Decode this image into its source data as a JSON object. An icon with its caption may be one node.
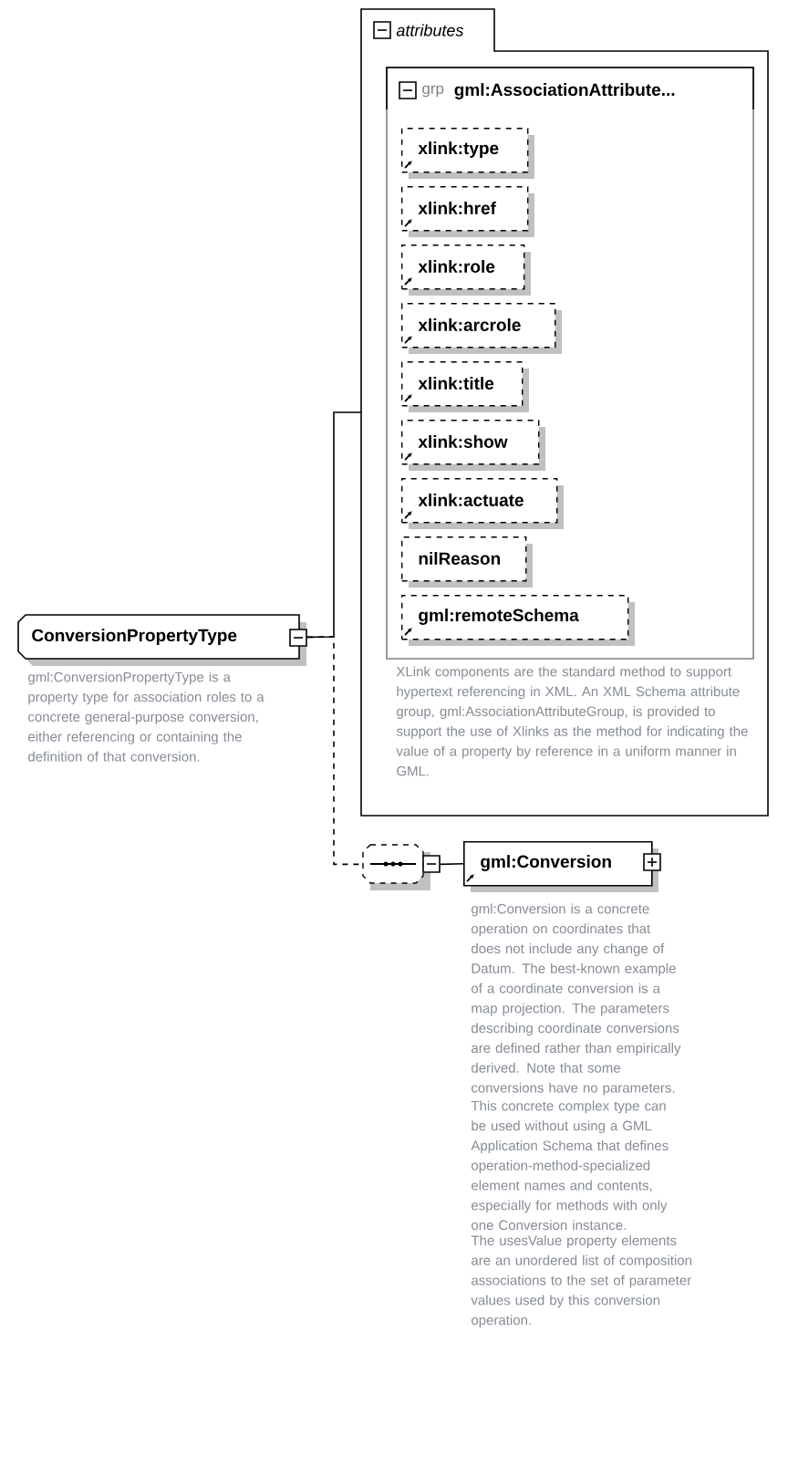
{
  "diagram": {
    "nodes": [
      {
        "text": [
          "ConversionPropertyType"
        ],
        "beside": [
          "gml:ConversionPropertyType is a property type for association roles to a concrete general-purpose conversion, either referencing or containing the definition of that conversion."
        ]
      },
      {
        "text": [
          "attributes"
        ]
      },
      {
        "text": [
          "grp",
          "gml:AssociationAttribute..."
        ],
        "in": 1,
        "beside": [
          "XLink components are the standard method to support hypertext referencing in XML. An XML Schema attribute group, gml:AssociationAttributeGroup, is provided to support the use of Xlinks as the method for indicating the value of a property by reference in a uniform manner in GML."
        ]
      },
      {
        "text": [
          "xlink:type"
        ],
        "in": 2
      },
      {
        "text": [
          "xlink:href"
        ],
        "in": 2
      },
      {
        "text": [
          "xlink:role"
        ],
        "in": 2
      },
      {
        "text": [
          "xlink:arcrole"
        ],
        "in": 2
      },
      {
        "text": [
          "xlink:title"
        ],
        "in": 2
      },
      {
        "text": [
          "xlink:show"
        ],
        "in": 2
      },
      {
        "text": [
          "xlink:actuate"
        ],
        "in": 2
      },
      {
        "text": [
          "nilReason"
        ],
        "in": 2
      },
      {
        "text": [
          "gml:remoteSchema"
        ],
        "in": 2
      },
      {
        "text": [],
        "shape": "octagon"
      },
      {
        "text": [
          "gml:Conversion"
        ],
        "beside": [
          "gml:Conversion is a concrete operation on coordinates that does not include any change of Datum. The best-known example of a coordinate conversion is a map projection. The parameters describing coordinate conversions are defined rather than empirically derived. Note that some conversions have no parameters.",
          "This concrete complex type can be used without using a GML Application Schema that defines operation-method-specialized element names and contents, especially for methods with only one Conversion instance.",
          "The usesValue property elements are an unordered list of composition associations to the set of parameter values used by this conversion operation."
        ]
      }
    ],
    "edges": [
      {
        "from": 0,
        "to": 1,
        "arrow": "none"
      },
      {
        "from": 0,
        "to": 12,
        "arrow": "none",
        "style": "dashed"
      },
      {
        "from": 12,
        "to": 13,
        "arrow": "none"
      }
    ]
  }
}
